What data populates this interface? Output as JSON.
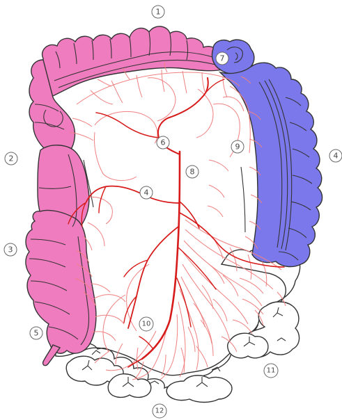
{
  "colors": {
    "pink_colon": "#f07cc0",
    "blue_colon": "#7a78ea",
    "outline": "#333333",
    "artery": "#d71a1a",
    "small_vessel": "#f08080",
    "label_stroke": "#666666"
  },
  "labels": [
    {
      "id": "l1",
      "text": "1"
    },
    {
      "id": "l2",
      "text": "2"
    },
    {
      "id": "l3",
      "text": "3"
    },
    {
      "id": "l4a",
      "text": "4"
    },
    {
      "id": "l4b",
      "text": "4"
    },
    {
      "id": "l5",
      "text": "5"
    },
    {
      "id": "l6",
      "text": "6"
    },
    {
      "id": "l7",
      "text": "7"
    },
    {
      "id": "l8",
      "text": "8"
    },
    {
      "id": "l9",
      "text": "9"
    },
    {
      "id": "l10",
      "text": "10"
    },
    {
      "id": "l11",
      "text": "11"
    },
    {
      "id": "l12",
      "text": "12"
    }
  ]
}
